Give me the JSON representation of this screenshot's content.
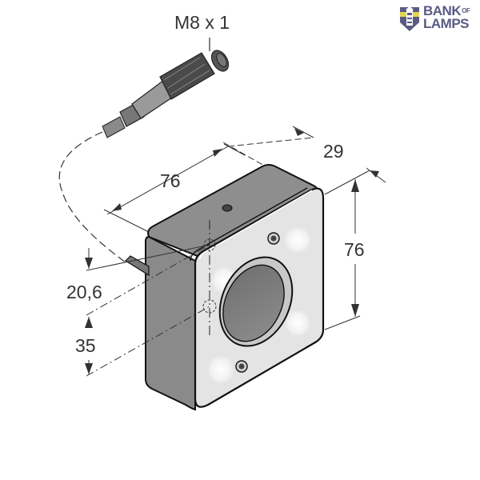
{
  "logo": {
    "line1": "BANK",
    "of": "OF",
    "line2": "LAMPS",
    "icon": "lighthouse-icon",
    "colors": {
      "text": "#5a5a84",
      "accent": "#f2e24a"
    }
  },
  "drawing": {
    "connector_label": "M8 x 1",
    "dimensions": {
      "width": "76",
      "depth": "29",
      "height": "76",
      "offset_top": "20,6",
      "offset_bottom": "35"
    },
    "colors": {
      "housing_dark": "#8c8c8c",
      "front_face": "#e4e4e4",
      "lens": "#7a7a7a",
      "line": "#222222"
    }
  }
}
